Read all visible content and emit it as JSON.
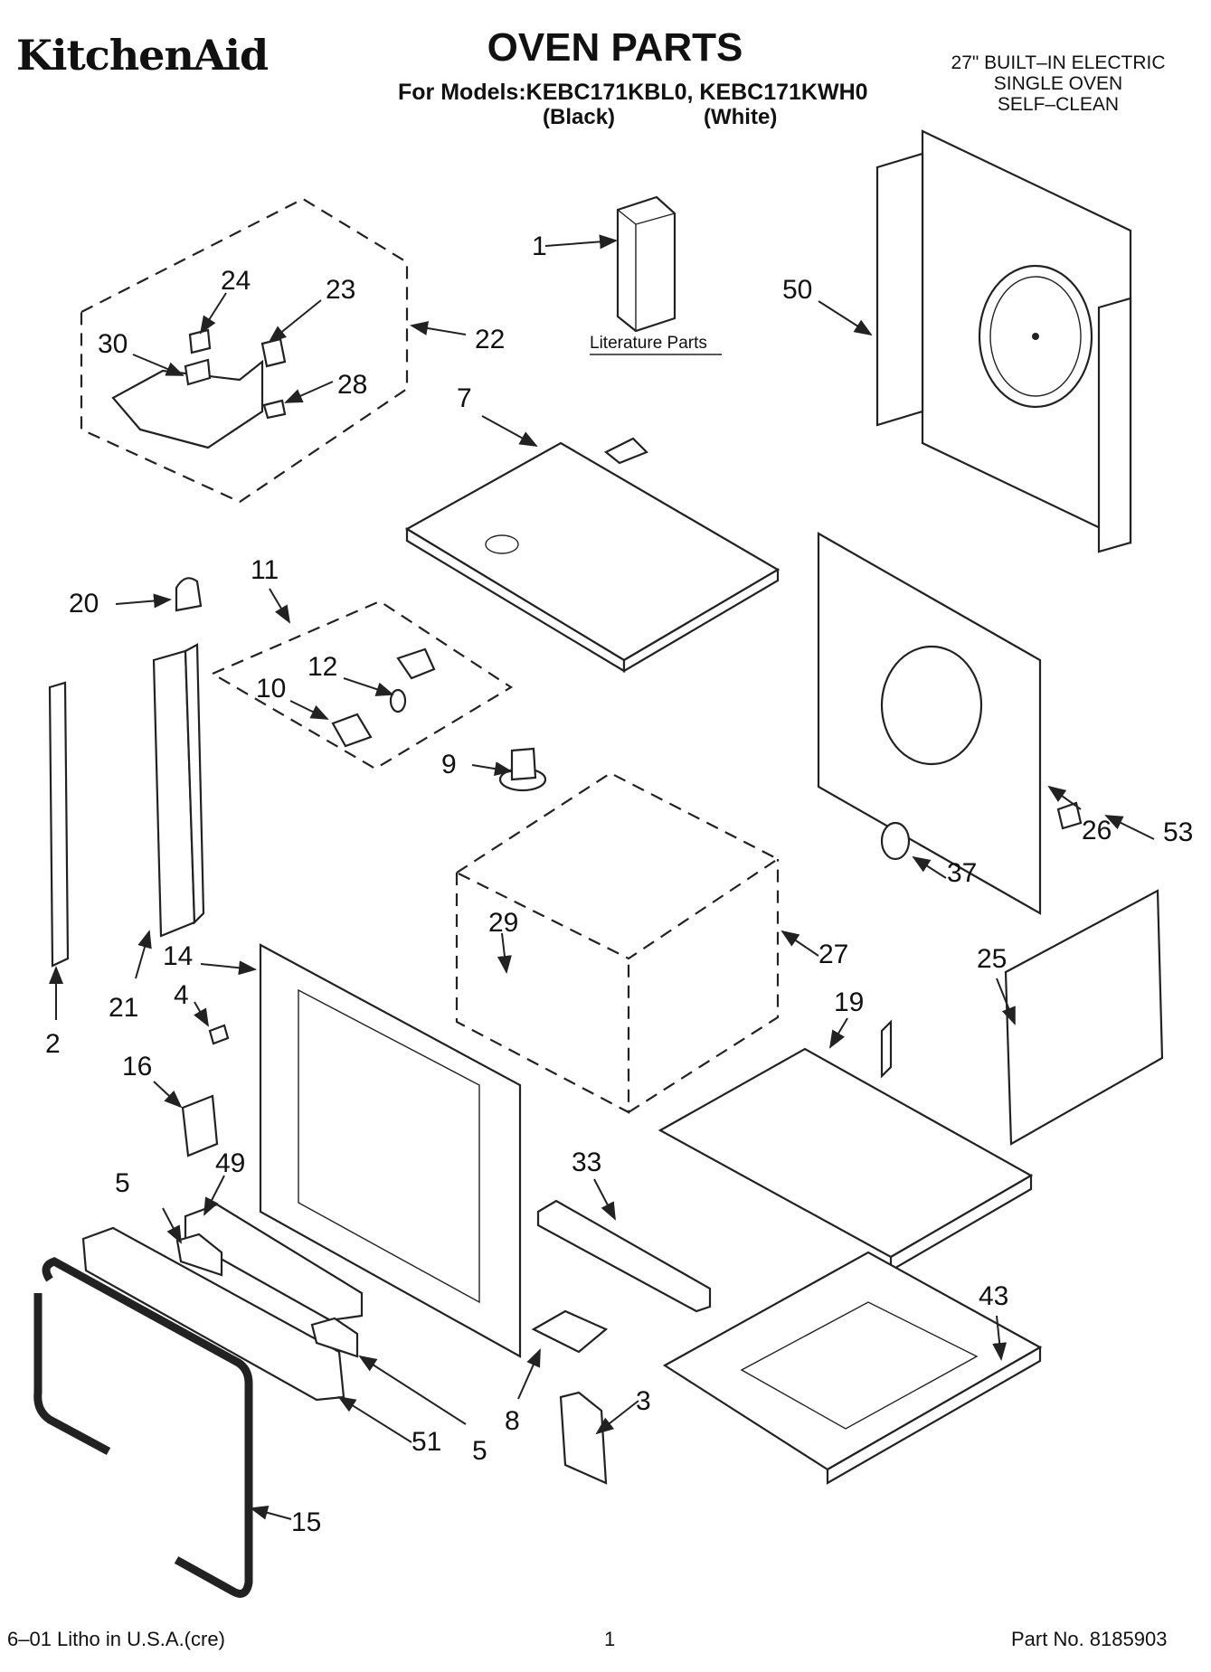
{
  "header": {
    "brand": "KitchenAid",
    "title": "OVEN PARTS",
    "models_line": "For Models:KEBC171KBL0, KEBC171KWH0",
    "variant_black": "(Black)",
    "variant_white": "(White)",
    "product_lines": [
      "27\" BUILT–IN ELECTRIC",
      "SINGLE OVEN",
      "SELF–CLEAN"
    ]
  },
  "literature_label": "Literature Parts",
  "callouts": [
    {
      "id": "1",
      "name": "part-callout-1"
    },
    {
      "id": "50",
      "name": "part-callout-50"
    },
    {
      "id": "24",
      "name": "part-callout-24"
    },
    {
      "id": "23",
      "name": "part-callout-23"
    },
    {
      "id": "30",
      "name": "part-callout-30"
    },
    {
      "id": "22",
      "name": "part-callout-22"
    },
    {
      "id": "28",
      "name": "part-callout-28"
    },
    {
      "id": "7",
      "name": "part-callout-7"
    },
    {
      "id": "20",
      "name": "part-callout-20"
    },
    {
      "id": "11",
      "name": "part-callout-11"
    },
    {
      "id": "12",
      "name": "part-callout-12"
    },
    {
      "id": "10",
      "name": "part-callout-10"
    },
    {
      "id": "9",
      "name": "part-callout-9"
    },
    {
      "id": "26",
      "name": "part-callout-26"
    },
    {
      "id": "53",
      "name": "part-callout-53"
    },
    {
      "id": "37",
      "name": "part-callout-37"
    },
    {
      "id": "29",
      "name": "part-callout-29"
    },
    {
      "id": "27",
      "name": "part-callout-27"
    },
    {
      "id": "14",
      "name": "part-callout-14"
    },
    {
      "id": "25",
      "name": "part-callout-25"
    },
    {
      "id": "4",
      "name": "part-callout-4"
    },
    {
      "id": "21",
      "name": "part-callout-21"
    },
    {
      "id": "2",
      "name": "part-callout-2"
    },
    {
      "id": "19",
      "name": "part-callout-19"
    },
    {
      "id": "16",
      "name": "part-callout-16"
    },
    {
      "id": "5",
      "name": "part-callout-5-left"
    },
    {
      "id": "49",
      "name": "part-callout-49"
    },
    {
      "id": "33",
      "name": "part-callout-33"
    },
    {
      "id": "43",
      "name": "part-callout-43"
    },
    {
      "id": "3",
      "name": "part-callout-3"
    },
    {
      "id": "8",
      "name": "part-callout-8"
    },
    {
      "id": "51",
      "name": "part-callout-51"
    },
    {
      "id": "5",
      "name": "part-callout-5-right"
    },
    {
      "id": "15",
      "name": "part-callout-15"
    }
  ],
  "footer": {
    "litho": "6–01 Litho in U.S.A.(cre)",
    "page": "1",
    "part_no": "Part No. 8185903"
  }
}
